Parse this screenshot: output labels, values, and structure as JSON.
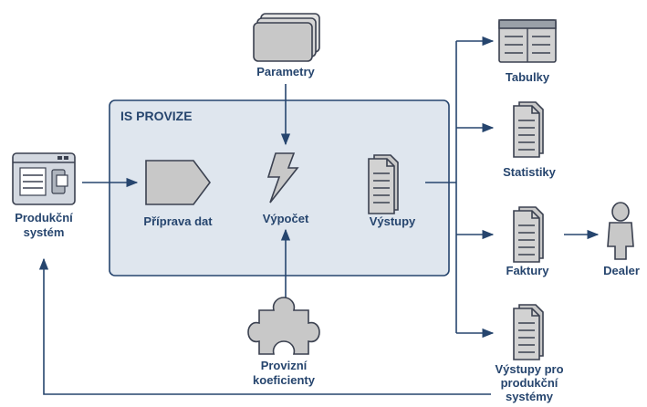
{
  "system_box": {
    "title": "IS PROVIZE"
  },
  "nodes": {
    "produkcni_system": {
      "label_line1": "Produkční",
      "label_line2": "systém",
      "icon": "application-window-icon"
    },
    "priprava_dat": {
      "label": "Příprava dat",
      "icon": "pentagon-tag-icon"
    },
    "parametry": {
      "label": "Parametry",
      "icon": "card-stack-icon"
    },
    "vypocet": {
      "label": "Výpočet",
      "icon": "lightning-bolt-icon"
    },
    "vystupy": {
      "label": "Výstupy",
      "icon": "document-icon"
    },
    "provizni_koeficienty": {
      "label_line1": "Provizní",
      "label_line2": "koeficienty",
      "icon": "puzzle-piece-icon"
    },
    "tabulky": {
      "label": "Tabulky",
      "icon": "table-icon"
    },
    "statistiky": {
      "label": "Statistiky",
      "icon": "document-icon"
    },
    "faktury": {
      "label": "Faktury",
      "icon": "document-icon"
    },
    "vystupy_pro_produkcni_systemy": {
      "label_line1": "Výstupy pro",
      "label_line2": "produkční",
      "label_line3": "systémy",
      "icon": "document-icon"
    },
    "dealer": {
      "label": "Dealer",
      "icon": "person-icon"
    }
  },
  "colors": {
    "text": "#26456e",
    "box_fill": "#dfe6ee",
    "box_stroke": "#26456e",
    "icon_fill": "#c8c8c8",
    "icon_stroke": "#3b4150",
    "edge": "#26456e"
  }
}
